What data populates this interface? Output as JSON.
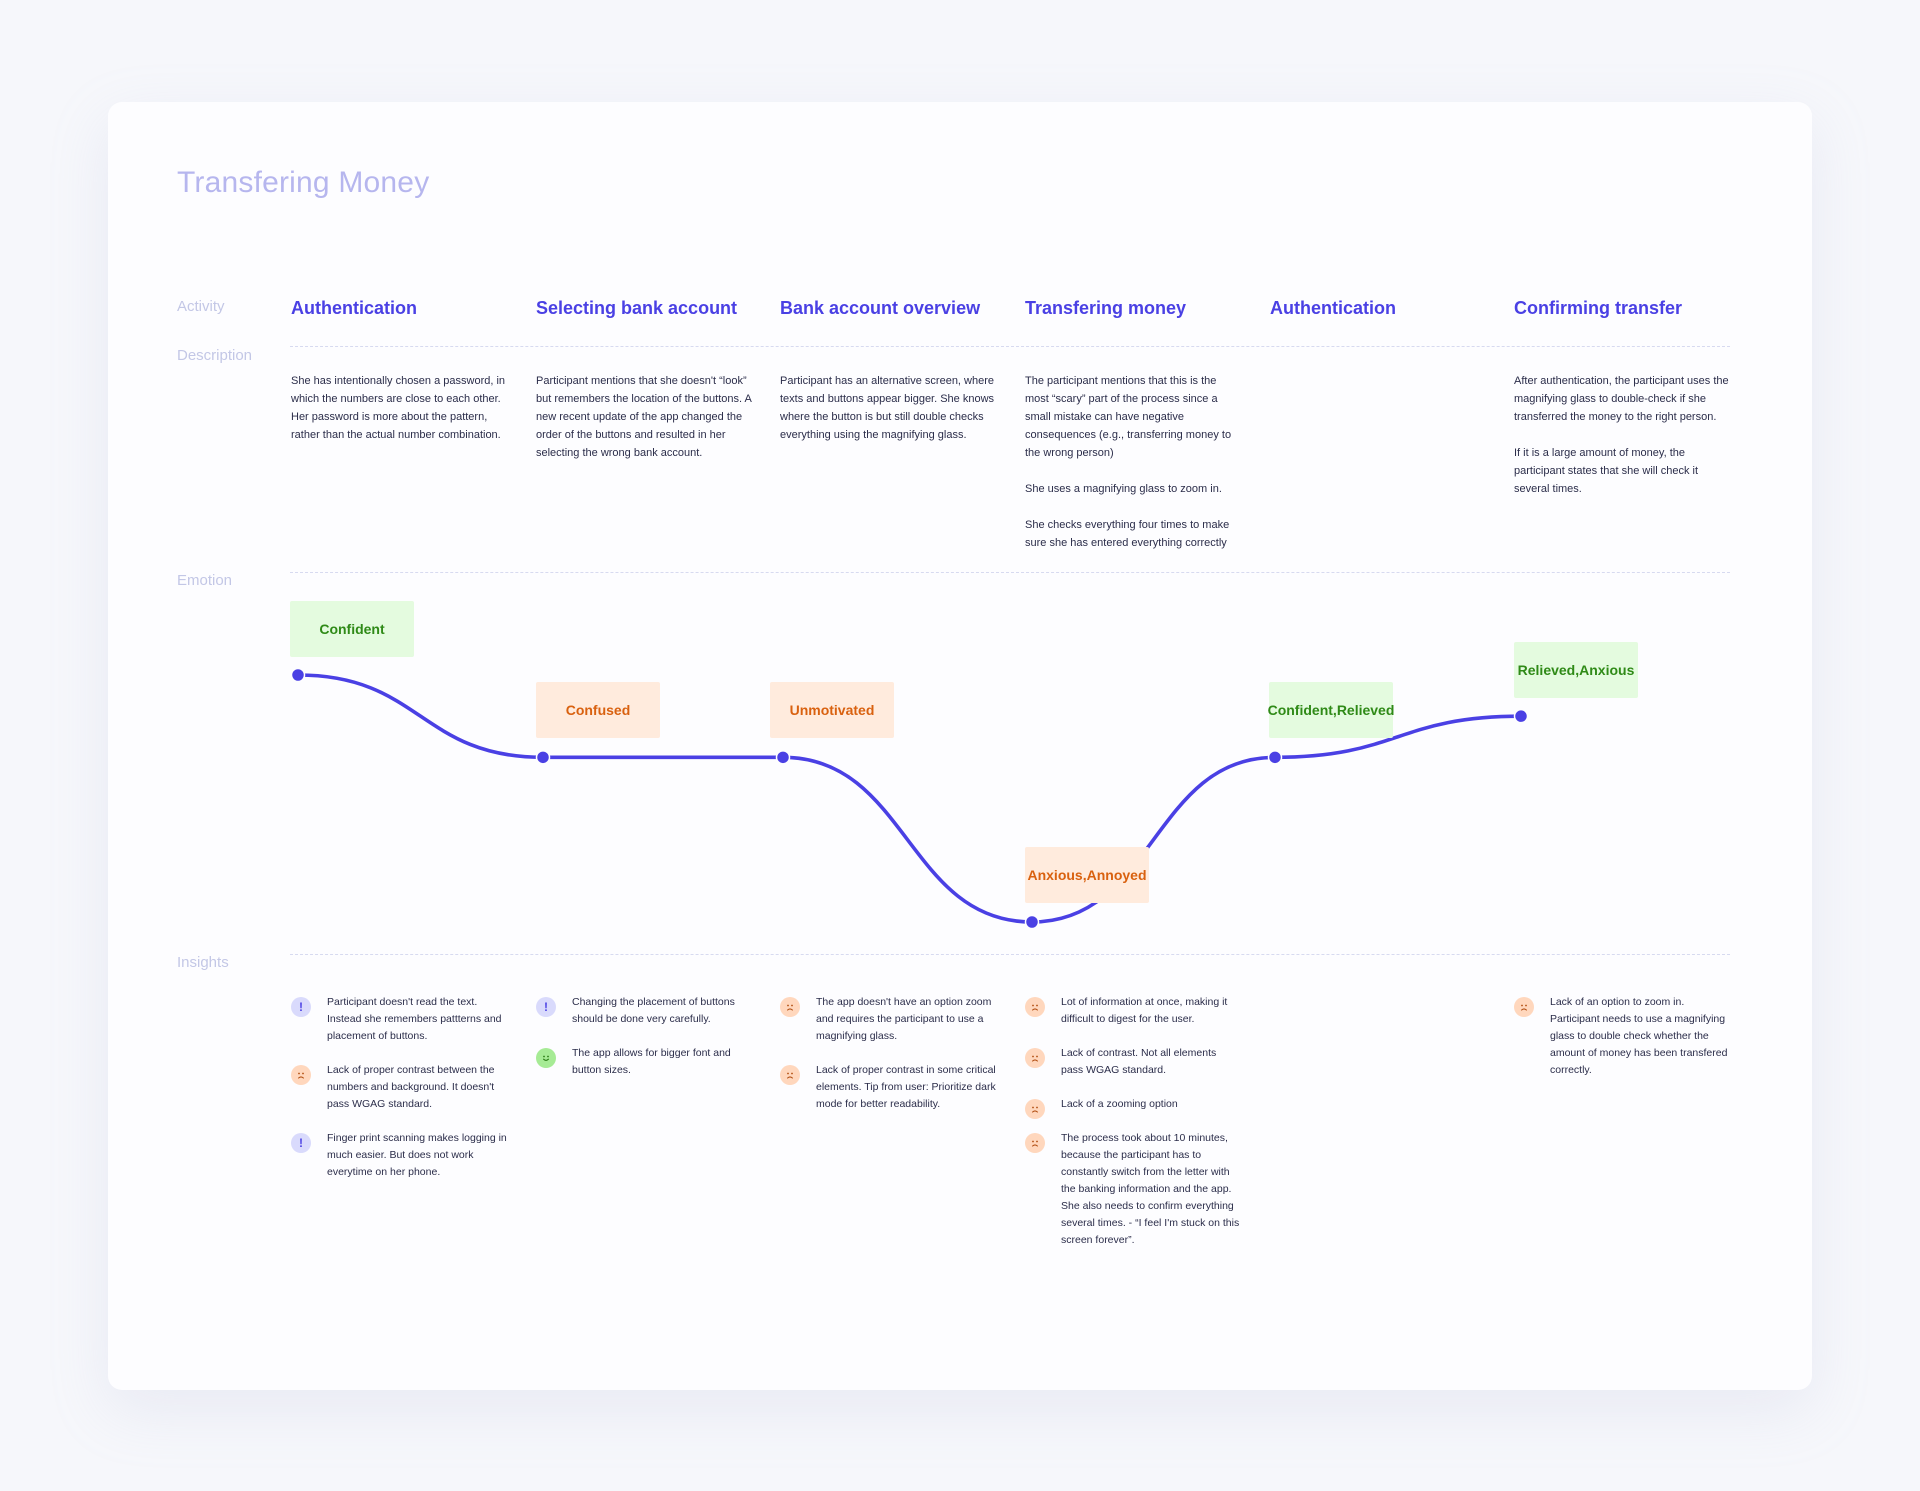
{
  "title": "Transfering Money",
  "row_labels": {
    "activity": "Activity",
    "description": "Description",
    "emotion": "Emotion",
    "insights": "Insights"
  },
  "stages": [
    {
      "activity": "Authentication",
      "description": [
        "She has intentionally chosen a password, in which the numbers are close to each other. Her password is more about the pattern, rather than the actual number combination."
      ],
      "emotion": "Confident",
      "sentiment": "positive",
      "insights": [
        {
          "icon": "info-icon",
          "text": "Participant doesn't read the text. Instead she remembers pattterns and placement of buttons."
        },
        {
          "icon": "sad-face-icon",
          "text": "Lack of proper contrast between the numbers and background. It doesn't pass WGAG standard."
        },
        {
          "icon": "info-icon",
          "text": "Finger print scanning makes logging in much easier. But does not work everytime on her phone."
        }
      ]
    },
    {
      "activity": "Selecting bank account",
      "description": [
        "Participant mentions that she doesn't “look” but remembers the location of the buttons. A new recent update of the app changed the order of the buttons and resulted in her selecting the wrong bank account."
      ],
      "emotion": "Confused",
      "sentiment": "negative",
      "insights": [
        {
          "icon": "info-icon",
          "text": "Changing the placement of buttons should be done very carefully."
        },
        {
          "icon": "happy-face-icon",
          "text": "The app allows for bigger font and button sizes."
        }
      ]
    },
    {
      "activity": "Bank account overview",
      "description": [
        "Participant has an alternative screen, where texts and buttons appear bigger. She knows where the button is but still double checks everything using the magnifying glass."
      ],
      "emotion": "Unmotivated",
      "sentiment": "negative",
      "insights": [
        {
          "icon": "sad-face-icon",
          "text": "The app doesn't have an option zoom and requires the participant to use a magnifying glass."
        },
        {
          "icon": "sad-face-icon",
          "text": "Lack of proper contrast in some critical elements. Tip from user: Prioritize dark mode for better readability."
        }
      ]
    },
    {
      "activity": "Transfering money",
      "description": [
        "The participant mentions that this is the most “scary” part of the process since a small mistake can have negative consequences (e.g., transferring money to the wrong person)",
        "She uses a magnifying glass to zoom in.",
        "She checks everything four times to make sure she has entered everything correctly"
      ],
      "emotion": "Anxious, Annoyed",
      "sentiment": "negative",
      "insights": [
        {
          "icon": "sad-face-icon",
          "text": "Lot of information at once, making it difficult to digest for the user."
        },
        {
          "icon": "sad-face-icon",
          "text": "Lack of contrast. Not all elements pass WGAG standard."
        },
        {
          "icon": "sad-face-icon",
          "text": "Lack of a zooming option"
        },
        {
          "icon": "sad-face-icon",
          "text": "The process took about 10 minutes, because the participant has to constantly switch from the letter with the banking information and the app. She also needs to confirm everything several times. - “I feel I'm stuck on this screen forever”."
        }
      ]
    },
    {
      "activity": "Authentication",
      "description": [],
      "emotion": "Confident, Relieved",
      "sentiment": "positive",
      "insights": []
    },
    {
      "activity": "Confirming transfer",
      "description": [
        "After authentication, the participant uses the magnifying glass to double-check if she transferred the money to the right person.",
        "If it is a large amount of money, the participant states that she will check it several times."
      ],
      "emotion": "Relieved, Anxious",
      "sentiment": "positive",
      "insights": [
        {
          "icon": "sad-face-icon",
          "text": "Lack of an option to zoom in. Participant needs to use a magnifying glass to double check whether the amount of money has been transfered correctly."
        }
      ]
    }
  ],
  "chart_data": {
    "type": "line",
    "categories": [
      "Authentication",
      "Selecting bank account",
      "Bank account overview",
      "Transfering money",
      "Authentication",
      "Confirming transfer"
    ],
    "values": [
      4,
      3,
      3,
      1,
      3,
      3.5
    ],
    "ylim": [
      1,
      4
    ],
    "labels": [
      "Confident",
      "Confused",
      "Unmotivated",
      "Anxious, Annoyed",
      "Confident, Relieved",
      "Relieved, Anxious"
    ],
    "grid": false
  },
  "colors": {
    "accent": "#4a40e4",
    "positive_bg": "#e4fbdf",
    "positive_text": "#2f8a17",
    "negative_bg": "#ffebdd",
    "negative_text": "#d9610f"
  }
}
